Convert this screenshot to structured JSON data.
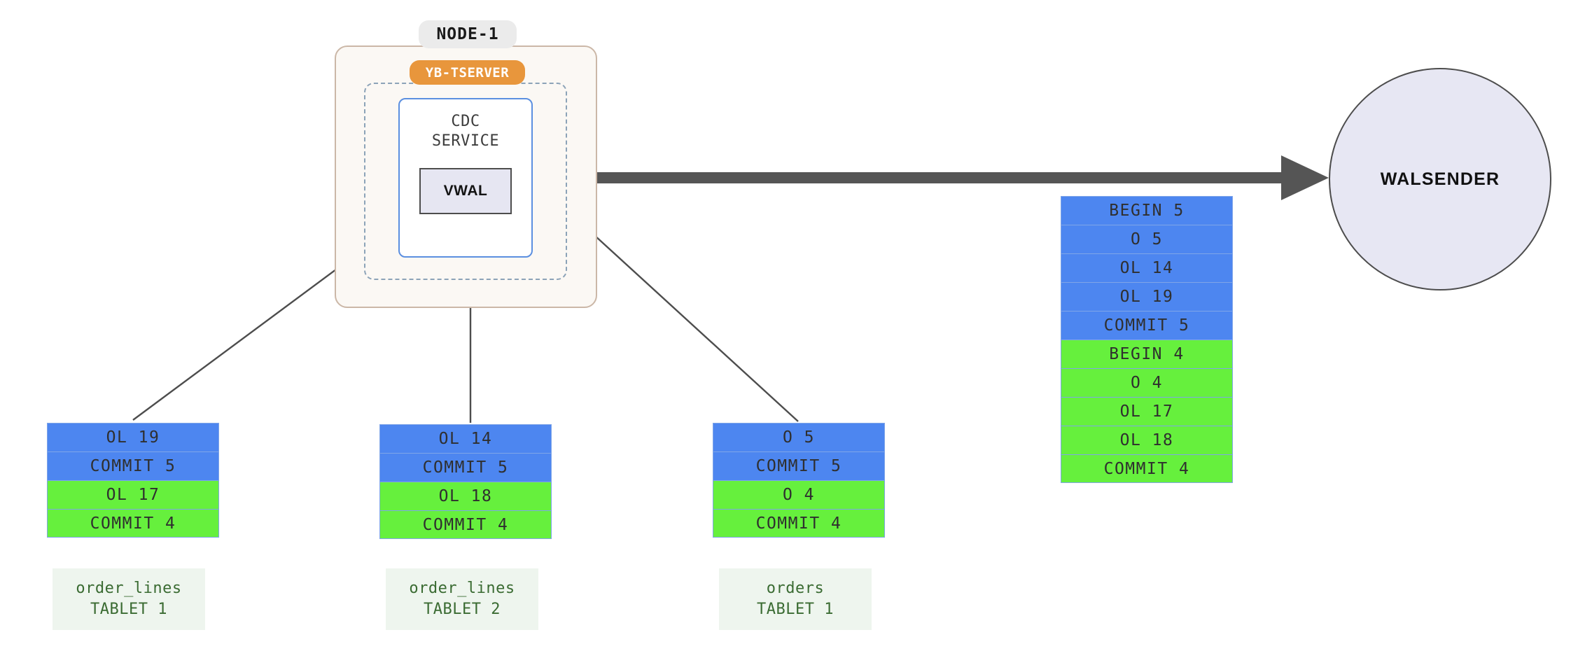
{
  "node": {
    "badge_label": "NODE-1",
    "tserver_label": "YB-TSERVER",
    "cdc_label": "CDC\nSERVICE",
    "vwal_label": "VWAL"
  },
  "walsender": {
    "label": "WALSENDER"
  },
  "colors": {
    "blue_record": "#4d86f0",
    "green_record": "#66f03d",
    "record_border": "#7fa5e8",
    "tserver_orange": "#e8963c",
    "node_border": "#cbb7a7",
    "node_fill": "#fbf8f4",
    "cdc_border": "#5b8fe0",
    "dashed_border": "#8ca3b8",
    "vwal_fill": "#e6e6f2",
    "walsender_fill": "#e7e7f3",
    "arrow_dark": "#4d4d4d",
    "thin_arrow": "#3f3f3f",
    "tablet_label_bg": "#eef5ee",
    "tablet_label_text": "#3a6b32"
  },
  "tablets": [
    {
      "name": "order_lines",
      "tablet": "TABLET 1",
      "records": [
        {
          "text": "OL 19",
          "color": "blue"
        },
        {
          "text": "COMMIT 5",
          "color": "blue"
        },
        {
          "text": "OL 17",
          "color": "green"
        },
        {
          "text": "COMMIT 4",
          "color": "green"
        }
      ]
    },
    {
      "name": "order_lines",
      "tablet": "TABLET 2",
      "records": [
        {
          "text": "OL 14",
          "color": "blue"
        },
        {
          "text": "COMMIT 5",
          "color": "blue"
        },
        {
          "text": "OL 18",
          "color": "green"
        },
        {
          "text": "COMMIT 4",
          "color": "green"
        }
      ]
    },
    {
      "name": "orders",
      "tablet": "TABLET 1",
      "records": [
        {
          "text": "O 5",
          "color": "blue"
        },
        {
          "text": "COMMIT 5",
          "color": "blue"
        },
        {
          "text": "O 4",
          "color": "green"
        },
        {
          "text": "COMMIT 4",
          "color": "green"
        }
      ]
    }
  ],
  "vwal_stream": {
    "records": [
      {
        "text": "BEGIN 5",
        "color": "blue"
      },
      {
        "text": "O 5",
        "color": "blue"
      },
      {
        "text": "OL 14",
        "color": "blue"
      },
      {
        "text": "OL 19",
        "color": "blue"
      },
      {
        "text": "COMMIT 5",
        "color": "blue"
      },
      {
        "text": "BEGIN 4",
        "color": "green"
      },
      {
        "text": "O 4",
        "color": "green"
      },
      {
        "text": "OL 17",
        "color": "green"
      },
      {
        "text": "OL 18",
        "color": "green"
      },
      {
        "text": "COMMIT 4",
        "color": "green"
      }
    ]
  }
}
